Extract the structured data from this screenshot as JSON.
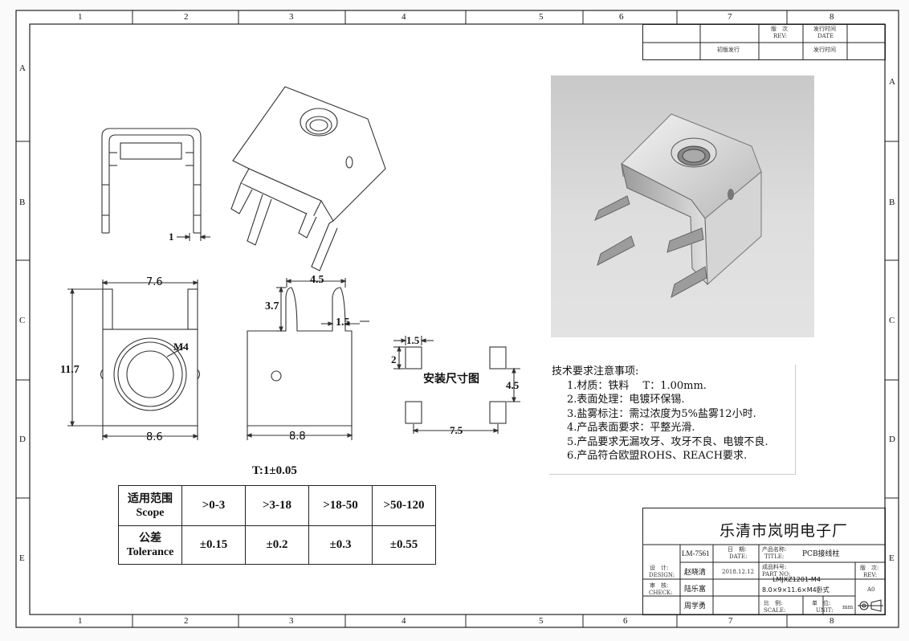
{
  "border": {
    "col_labels": [
      "1",
      "2",
      "3",
      "4",
      "5",
      "6",
      "7",
      "8"
    ],
    "row_labels": [
      "A",
      "B",
      "C",
      "D",
      "E"
    ]
  },
  "revision_block": {
    "rev_label": "版　次",
    "rev_en": "REV:",
    "issue_time_label": "发行时间",
    "issue_time_en": "DATE",
    "first_issue": "初版发行",
    "issue_time_2": "发行时间"
  },
  "views": {
    "side_dim": "1",
    "front_width_top": "7.6",
    "front_height": "11.7",
    "front_width_bottom": "8.6",
    "thread_label": "M4",
    "pin_spacing_top": "4.5",
    "pin_height": "3.7",
    "pin_width": "1.5",
    "side_width": "8.8"
  },
  "mounting": {
    "title": "安装尺寸图",
    "pad_w": "1.5",
    "pad_h": "2",
    "row_spacing": "4.5",
    "col_spacing": "7.5"
  },
  "notes": {
    "title": "技术要求注意事项:",
    "items": [
      "1.材质：铁料　 T：1.00mm.",
      "2.表面处理：电镀环保锡.",
      "3.盐雾标注：需过浓度为5%盐雾12小时.",
      "4.产品表面要求：平整光滑.",
      "5.产品要求无漏攻牙、攻牙不良、电镀不良.",
      "6.产品符合欧盟ROHS、REACH要求."
    ]
  },
  "tolerance": {
    "thickness": "T:1±0.05",
    "scope_label_cn": "适用范围",
    "scope_label_en": "Scope",
    "tol_label_cn": "公差",
    "tol_label_en": "Tolerance",
    "ranges": [
      ">0-3",
      ">3-18",
      ">18-50",
      ">50-120"
    ],
    "values": [
      "±0.15",
      "±0.2",
      "±0.3",
      "±0.55"
    ]
  },
  "title_block": {
    "company": "乐清市岚明电子厂",
    "drawing_no": "LM-7561",
    "date_label": "日　期:",
    "date_en": "DATE:",
    "date_value": "2018.12.12",
    "product_name_label": "产品名称:",
    "title_en": "TITLE:",
    "product_name": "PCB接线柱",
    "design_label": "设　计:",
    "design_en": "DESIGN:",
    "designer": "赵晓清",
    "part_no_label": "成品料号:",
    "part_no_en": "PART NO:",
    "part_no": "LMJXZ1201-M4",
    "part_desc": "8.0×9×11.6×M4卧式",
    "check_label": "审　核:",
    "check_en": "CHECK:",
    "checker": "陆乐富",
    "approver": "周学勇",
    "scale_label": "比　例:",
    "scale_en": "SCALE:",
    "unit_label": "单　位:",
    "unit_en": "UNIT:",
    "unit_value": "mm",
    "rev_label": "版　次:",
    "rev_en": "REV:",
    "rev_value": "A0"
  }
}
